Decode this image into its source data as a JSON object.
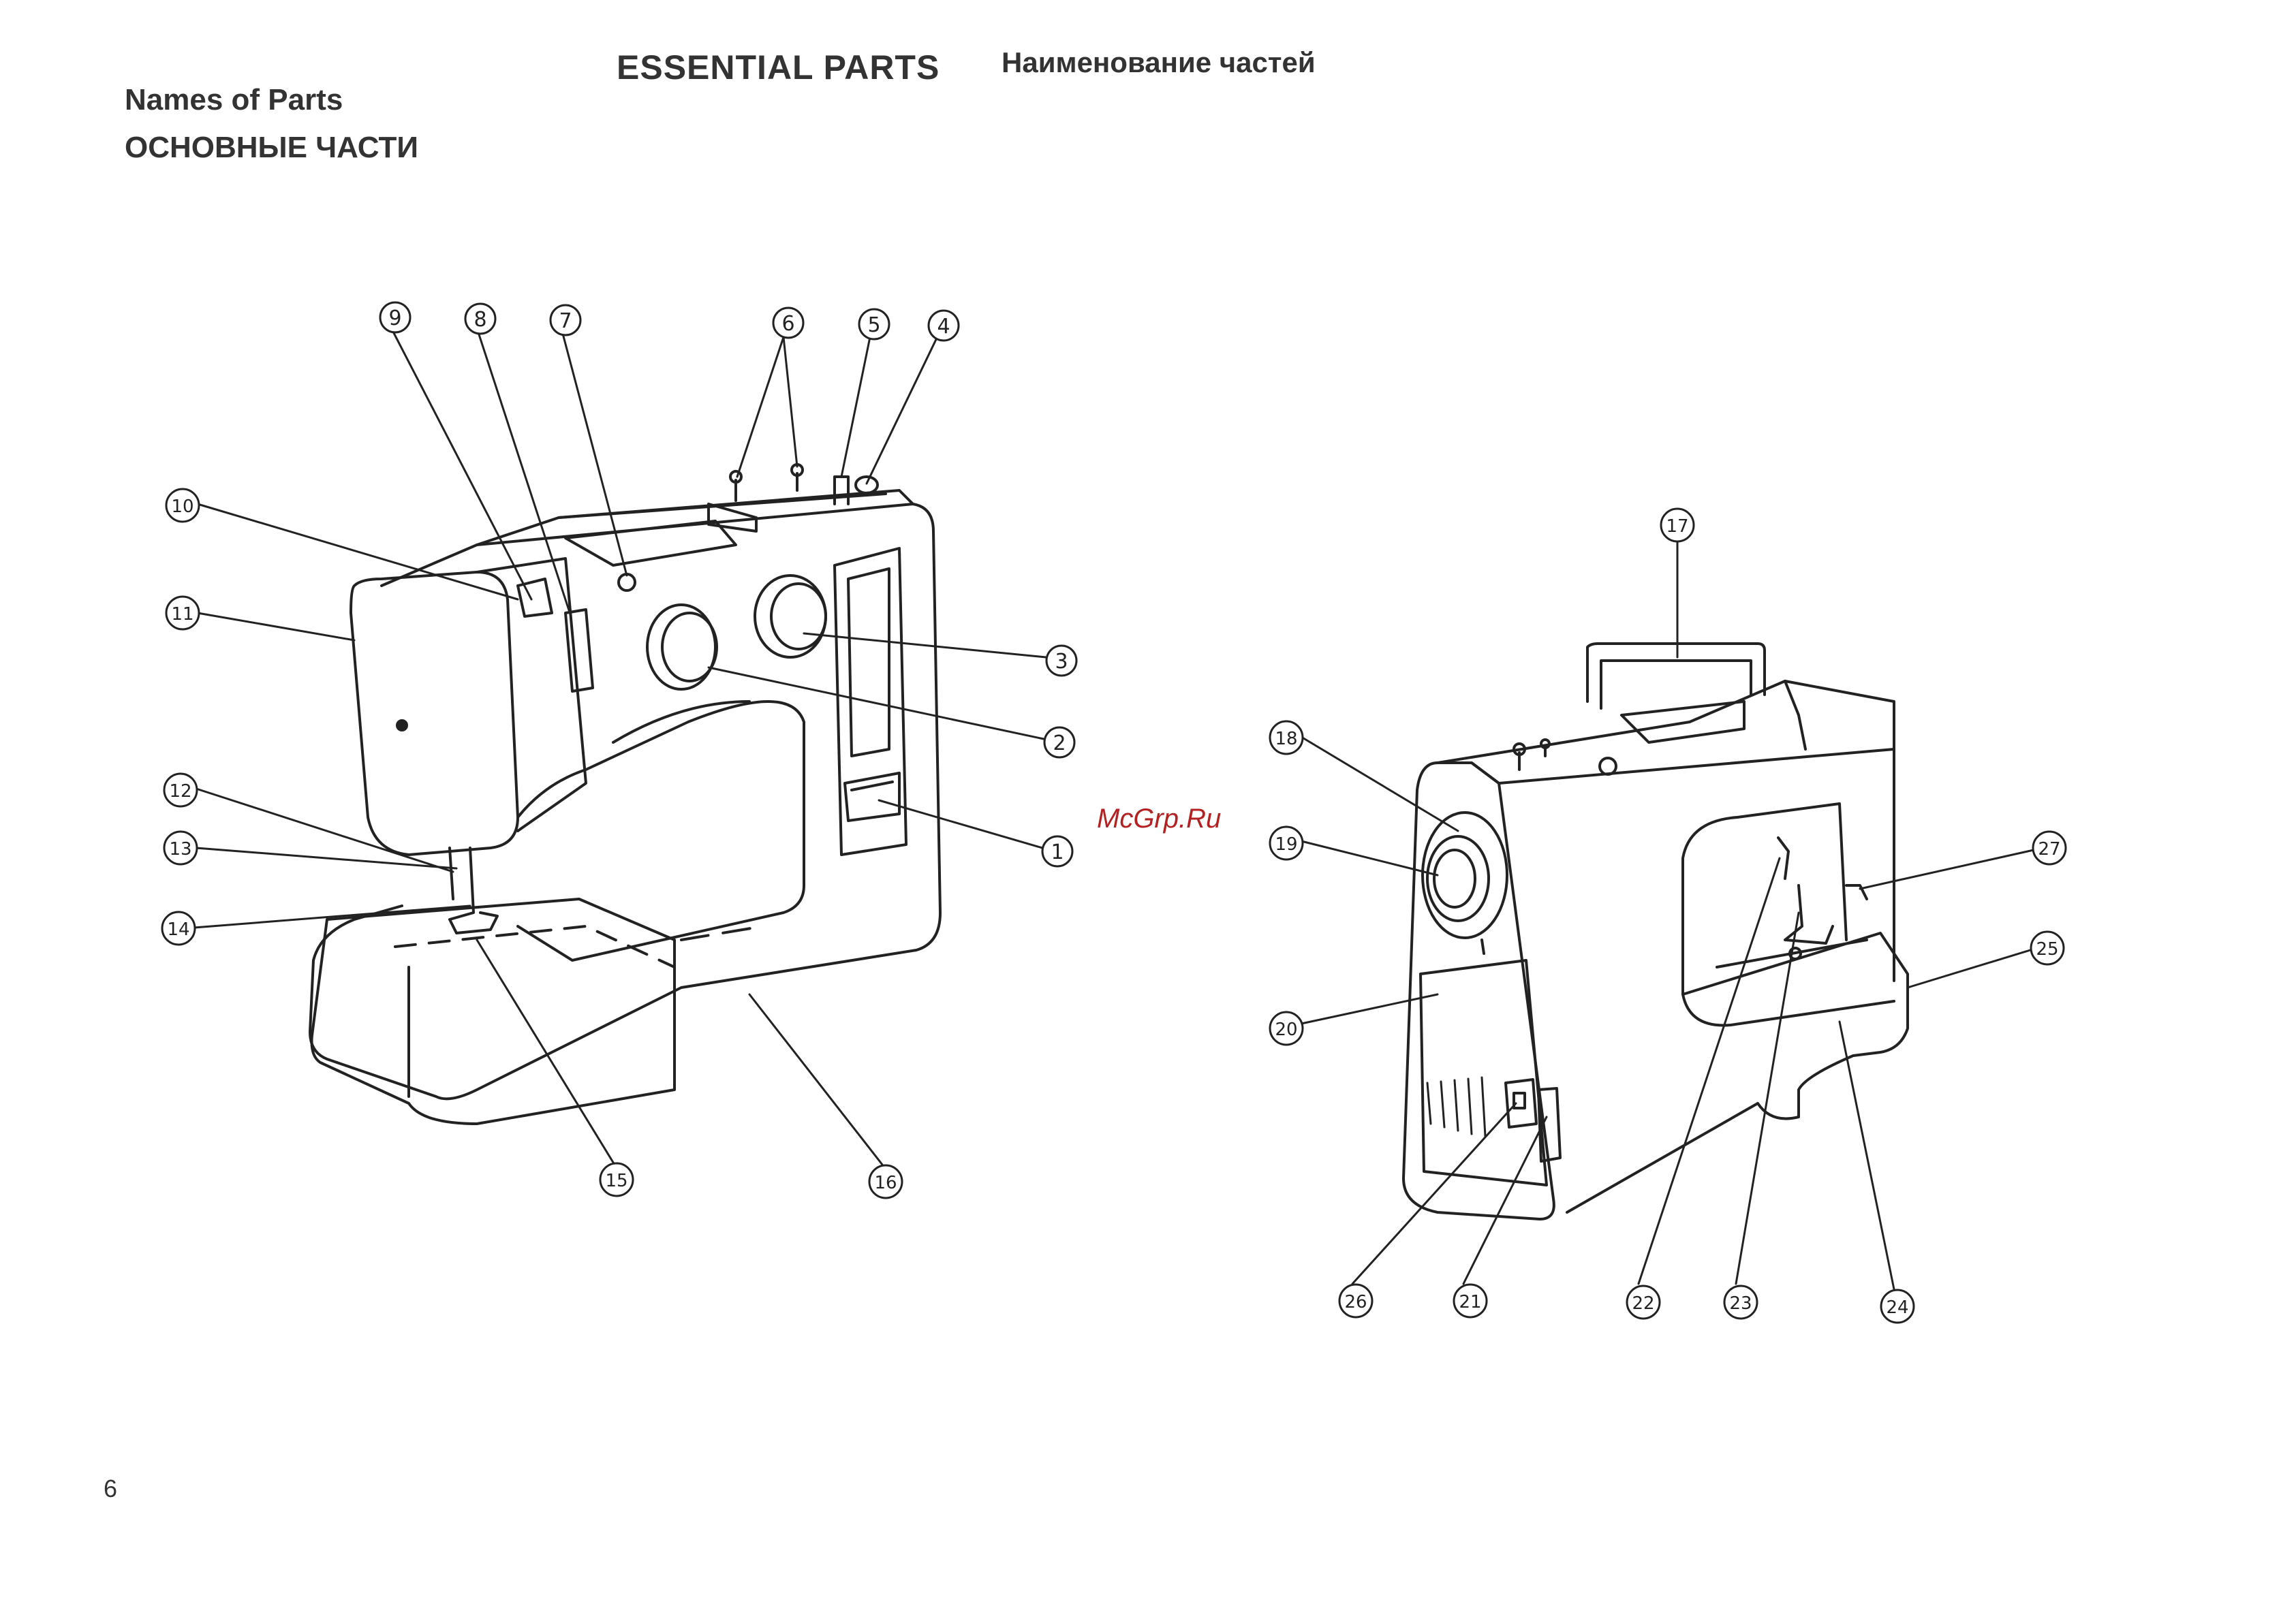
{
  "header": {
    "names_of_parts": "Names of Parts",
    "main_parts_ru": "ОСНОВНЫЕ ЧАСТИ",
    "title_en": "ESSENTIAL PARTS",
    "title_ru": "Наименование частей"
  },
  "watermark": "McGrp.Ru",
  "page_number": "6",
  "callouts": [
    "1",
    "2",
    "3",
    "4",
    "5",
    "6",
    "7",
    "8",
    "9",
    "10",
    "11",
    "12",
    "13",
    "14",
    "15",
    "16",
    "17",
    "18",
    "19",
    "20",
    "21",
    "22",
    "23",
    "24",
    "25",
    "26",
    "27"
  ]
}
